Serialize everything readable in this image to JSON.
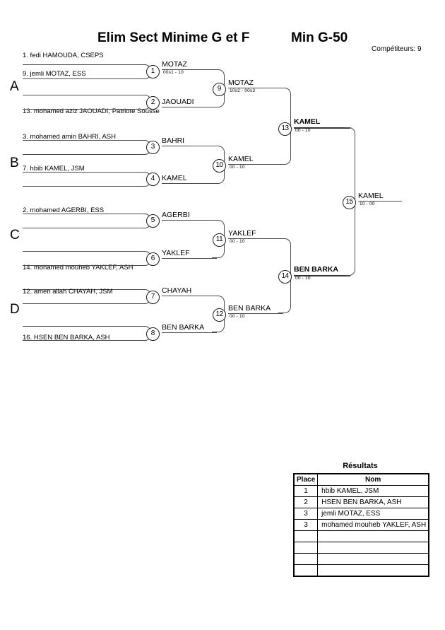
{
  "header": {
    "title": "Elim Sect Minime G et F",
    "category": "Min G-50",
    "competitors_label": "Compétiteurs: 9"
  },
  "groups": [
    {
      "letter": "A"
    },
    {
      "letter": "B"
    },
    {
      "letter": "C"
    },
    {
      "letter": "D"
    }
  ],
  "entrants": [
    {
      "label": "1. fedi HAMOUDA, CSEPS"
    },
    {
      "label": "9. jemli MOTAZ, ESS"
    },
    {
      "label": "13. mohamed aziz JAOUADI, Patriote Sousse"
    },
    {
      "label": "3. mohamed amin BAHRI, ASH"
    },
    {
      "label": "7. hbib KAMEL, JSM"
    },
    {
      "label": "2. mohamed AGERBI, ESS"
    },
    {
      "label": "14. mohamed mouheb YAKLEF, ASH"
    },
    {
      "label": "12. amen allah CHAYAH, JSM"
    },
    {
      "label": "16. HSEN BEN BARKA, ASH"
    }
  ],
  "matches": [
    {
      "number": "1",
      "winner": "MOTAZ",
      "score": "00s1 - 10"
    },
    {
      "number": "2",
      "winner": "JAOUADI",
      "score": ""
    },
    {
      "number": "3",
      "winner": "BAHRI",
      "score": ""
    },
    {
      "number": "4",
      "winner": "KAMEL",
      "score": ""
    },
    {
      "number": "5",
      "winner": "AGERBI",
      "score": ""
    },
    {
      "number": "6",
      "winner": "YAKLEF",
      "score": ""
    },
    {
      "number": "7",
      "winner": "CHAYAH",
      "score": ""
    },
    {
      "number": "8",
      "winner": "BEN BARKA",
      "score": ""
    },
    {
      "number": "9",
      "winner": "MOTAZ",
      "score": "10s2 - 00s3"
    },
    {
      "number": "10",
      "winner": "KAMEL",
      "score": "00 - 10"
    },
    {
      "number": "11",
      "winner": "YAKLEF",
      "score": "00 - 10"
    },
    {
      "number": "12",
      "winner": "BEN BARKA",
      "score": "00 - 10"
    },
    {
      "number": "13",
      "winner": "KAMEL",
      "score": "00 - 10"
    },
    {
      "number": "14",
      "winner": "BEN BARKA",
      "score": "00 - 10"
    },
    {
      "number": "15",
      "winner": "KAMEL",
      "score": "10 - 00"
    }
  ],
  "results": {
    "title": "Résultats",
    "columns": [
      "Place",
      "Nom"
    ],
    "rows": [
      {
        "place": "1",
        "nom": "hbib KAMEL, JSM"
      },
      {
        "place": "2",
        "nom": "HSEN BEN BARKA, ASH"
      },
      {
        "place": "3",
        "nom": "jemli MOTAZ, ESS"
      },
      {
        "place": "3",
        "nom": "mohamed mouheb YAKLEF, ASH"
      },
      {
        "place": "",
        "nom": ""
      },
      {
        "place": "",
        "nom": ""
      },
      {
        "place": "",
        "nom": ""
      },
      {
        "place": "",
        "nom": ""
      }
    ]
  }
}
